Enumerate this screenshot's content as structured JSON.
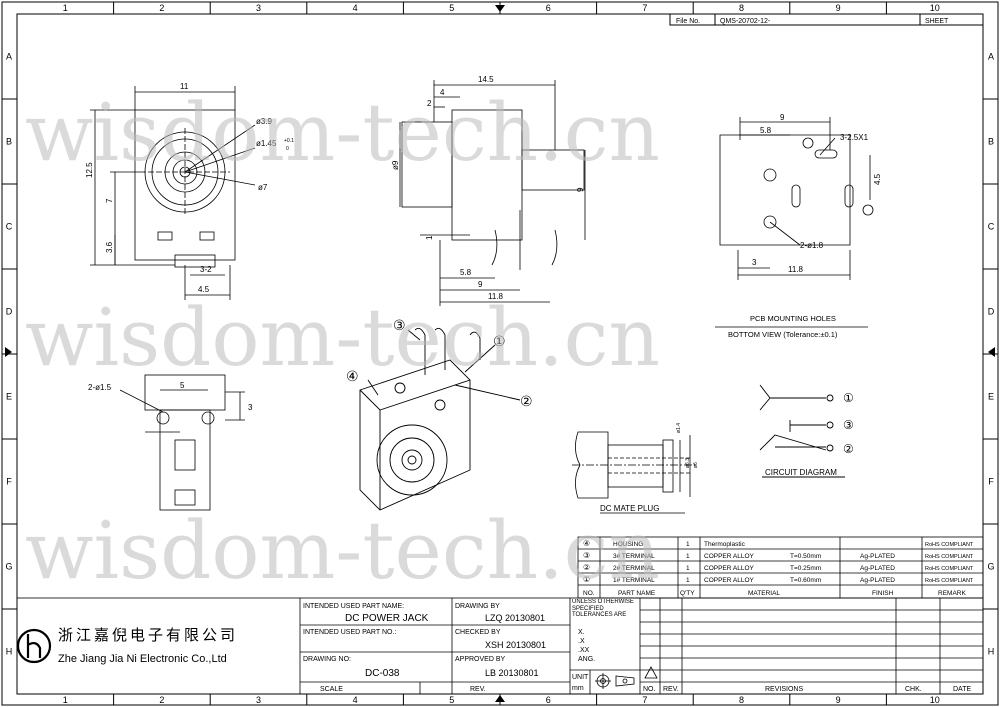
{
  "border": {
    "columns": [
      "1",
      "2",
      "3",
      "4",
      "5",
      "6",
      "7",
      "8",
      "9",
      "10"
    ],
    "rows": [
      "A",
      "B",
      "C",
      "D",
      "E",
      "F",
      "G",
      "H"
    ]
  },
  "file_box": {
    "file_label": "File No.",
    "file_value": "QMS-20702-12-",
    "sheet_label": "SHEET"
  },
  "watermark": "wisdom-tech.cn",
  "dims": {
    "front_11": "11",
    "front_d39": "ø3.9",
    "front_d145": "ø1.45",
    "front_tol_plus": "+0.1",
    "front_tol_zero": "0",
    "front_d7": "ø7",
    "front_125": "12.5",
    "front_7": "7",
    "front_36": "3.6",
    "front_32": "3-2",
    "front_45": "4.5",
    "side_145": "14.5",
    "side_4": "4",
    "side_2": "2",
    "side_d9": "ø9",
    "side_9": "9",
    "side_1": "1",
    "side_58": "5.8",
    "side_9b": "9",
    "side_118": "11.8",
    "pcb_9": "9",
    "pcb_58": "5.8",
    "pcb_slot": "3-2.5X1",
    "pcb_45": "4.5",
    "pcb_d18": "2-ø1.8",
    "pcb_3": "3",
    "pcb_118": "11.8",
    "bot_d15": "2-ø1.5",
    "bot_5": "5",
    "bot_3": "3",
    "plug_d14": "ø1.4",
    "plug_d63": "ø6.3",
    "plug_d6": "ø6"
  },
  "captions": {
    "pcb_title": "PCB MOUNTING HOLES",
    "pcb_sub": "BOTTOM VIEW (Tolerance:±0.1)",
    "plug": "DC MATE PLUG",
    "circuit": "CIRCUIT DIAGRAM"
  },
  "callouts": [
    "③",
    "①",
    "④",
    "②"
  ],
  "circuit_pins": [
    "①",
    "③",
    "②"
  ],
  "bom": {
    "rows": [
      {
        "no": "④",
        "part": "HOUSING",
        "qty": "1",
        "material": "Thermoplastic",
        "spec": "",
        "finish": "",
        "remark": "RoHS COMPLIANT"
      },
      {
        "no": "③",
        "part": "3# TERMINAL",
        "qty": "1",
        "material": "COPPER ALLOY",
        "spec": "T=0.50mm",
        "finish": "Ag-PLATED",
        "remark": "RoHS COMPLIANT"
      },
      {
        "no": "②",
        "part": "2# TERMINAL",
        "qty": "1",
        "material": "COPPER ALLOY",
        "spec": "T=0.25mm",
        "finish": "Ag-PLATED",
        "remark": "RoHS COMPLIANT"
      },
      {
        "no": "①",
        "part": "1# TERMINAL",
        "qty": "1",
        "material": "COPPER ALLOY",
        "spec": "T=0.60mm",
        "finish": "Ag-PLATED",
        "remark": "RoHS COMPLIANT"
      }
    ],
    "headers": {
      "no": "NO.",
      "part": "PART NAME",
      "qty": "Q'TY",
      "material": "MATERIAL",
      "finish": "FINISH",
      "remark": "REMARK"
    }
  },
  "title_block": {
    "company_cn": "浙江嘉倪电子有限公司",
    "company_en": "Zhe Jiang Jia Ni Electronic Co.,Ltd",
    "part_name_label": "INTENDED USED PART NAME:",
    "part_name": "DC POWER JACK",
    "part_no_label": "INTENDED USED PART NO.:",
    "drawing_no_label": "DRAWING NO:",
    "drawing_no": "DC-038",
    "scale_label": "SCALE",
    "drawn_label": "DRAWING BY",
    "drawn_value": "LZQ 20130801",
    "checked_label": "CHECKED BY",
    "checked_value": "XSH 20130801",
    "approved_label": "APPROVED BY",
    "approved_value": "LB 20130801",
    "rev_label": "REV.",
    "tol_label": "UNLESS OTHERWISE SPECIFIED TOLERANCES ARE",
    "tol_x": "X.",
    "tol_xx": ".X",
    "tol_xxx": ".XX",
    "tol_ang": "ANG.",
    "unit_label": "UNIT",
    "unit_value": "mm",
    "rev_no": "NO.",
    "rev_rev": "REV.",
    "revisions": "REVISIONS",
    "chk": "CHK.",
    "date": "DATE"
  }
}
